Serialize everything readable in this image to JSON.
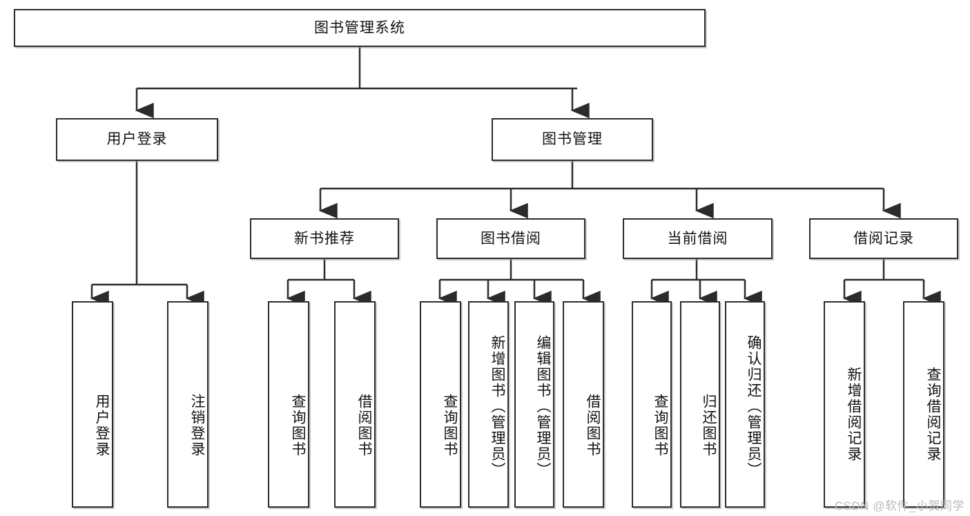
{
  "diagram": {
    "title": "图书管理系统",
    "watermark": "CSDN @软件_小贺同学",
    "type": "tree-hierarchy-diagram",
    "colors": {
      "box_border": "#2b2b2b",
      "box_fill": "#ffffff",
      "edge": "#2b2b2b",
      "text": "#111111",
      "watermark": "#b9b9b9"
    },
    "levels": {
      "level1": [
        {
          "id": "root",
          "label": "图书管理系统"
        }
      ],
      "level2": [
        {
          "id": "user-login",
          "label": "用户登录",
          "parent": "root"
        },
        {
          "id": "book-manage",
          "label": "图书管理",
          "parent": "root"
        }
      ],
      "level3": [
        {
          "id": "new-book-rec",
          "label": "新书推荐",
          "parent": "book-manage"
        },
        {
          "id": "book-borrow",
          "label": "图书借阅",
          "parent": "book-manage"
        },
        {
          "id": "current-borrow",
          "label": "当前借阅",
          "parent": "book-manage"
        },
        {
          "id": "borrow-record",
          "label": "借阅记录",
          "parent": "book-manage"
        }
      ],
      "leaves": [
        {
          "id": "leaf-user-login",
          "label": "用户登录",
          "parent": "user-login"
        },
        {
          "id": "leaf-logout-login",
          "label": "注销登录",
          "parent": "user-login"
        },
        {
          "id": "leaf-query-book-1",
          "label": "查询图书",
          "parent": "new-book-rec"
        },
        {
          "id": "leaf-borrow-book-1",
          "label": "借阅图书",
          "parent": "new-book-rec"
        },
        {
          "id": "leaf-query-book-2",
          "label": "查询图书",
          "parent": "book-borrow"
        },
        {
          "id": "leaf-add-book",
          "label": "新增图书（管理员）",
          "parent": "book-borrow"
        },
        {
          "id": "leaf-edit-book",
          "label": "编辑图书（管理员）",
          "parent": "book-borrow"
        },
        {
          "id": "leaf-borrow-book-2",
          "label": "借阅图书",
          "parent": "book-borrow"
        },
        {
          "id": "leaf-query-book-3",
          "label": "查询图书",
          "parent": "current-borrow"
        },
        {
          "id": "leaf-return-book",
          "label": "归还图书",
          "parent": "current-borrow"
        },
        {
          "id": "leaf-confirm-return",
          "label": "确认归还（管理员）",
          "parent": "current-borrow"
        },
        {
          "id": "leaf-add-record",
          "label": "新增借阅记录",
          "parent": "borrow-record"
        },
        {
          "id": "leaf-query-record",
          "label": "查询借阅记录",
          "parent": "borrow-record"
        }
      ]
    }
  }
}
